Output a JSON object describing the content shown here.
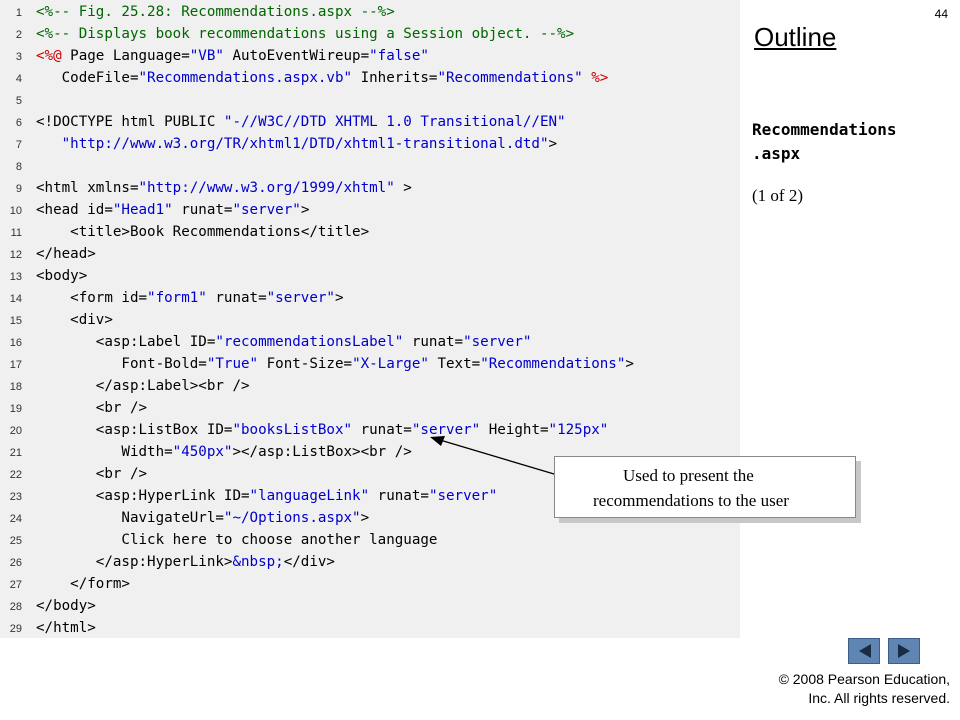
{
  "slide": {
    "number": "44",
    "outline_title": "Outline",
    "file_name": "Recommendations\n.aspx",
    "page_indicator": "(1 of 2)",
    "callout": [
      "Used to present the",
      "recommendations to the user"
    ],
    "copyright_line1": "© 2008 Pearson Education,",
    "copyright_line2": "Inc.  All rights reserved."
  },
  "colors": {
    "comment": "#006600",
    "value": "#0000cc",
    "directive": "#cc0000",
    "tag": "#000000",
    "panel": "#f0f0f0",
    "nav_button": "#5f86b3"
  },
  "nav": {
    "prev_icon": "triangle-left-icon",
    "next_icon": "triangle-right-icon"
  },
  "code_lines": [
    {
      "n": "1",
      "segs": [
        {
          "t": "<%-- Fig. 25.28: Recommendations.aspx --%>",
          "c": "comment"
        }
      ]
    },
    {
      "n": "2",
      "segs": [
        {
          "t": "<%-- Displays book recommendations using a Session object. --%>",
          "c": "comment"
        }
      ]
    },
    {
      "n": "3",
      "segs": [
        {
          "t": "<%@",
          "c": "dir"
        },
        {
          "t": " Page Language=",
          "c": "tag"
        },
        {
          "t": "\"VB\"",
          "c": "val"
        },
        {
          "t": " AutoEventWireup=",
          "c": "tag"
        },
        {
          "t": "\"false\"",
          "c": "val"
        }
      ]
    },
    {
      "n": "4",
      "segs": [
        {
          "t": "   CodeFile=",
          "c": "tag"
        },
        {
          "t": "\"Recommendations.aspx.vb\"",
          "c": "val"
        },
        {
          "t": " Inherits=",
          "c": "tag"
        },
        {
          "t": "\"Recommendations\"",
          "c": "val"
        },
        {
          "t": " ",
          "c": "tag"
        },
        {
          "t": "%>",
          "c": "dir"
        }
      ]
    },
    {
      "n": "5",
      "segs": []
    },
    {
      "n": "6",
      "segs": [
        {
          "t": "<!DOCTYPE html PUBLIC ",
          "c": "tag"
        },
        {
          "t": "\"-//W3C//DTD XHTML 1.0 Transitional//EN\"",
          "c": "val"
        }
      ]
    },
    {
      "n": "7",
      "segs": [
        {
          "t": "   ",
          "c": "tag"
        },
        {
          "t": "\"http://www.w3.org/TR/xhtml1/DTD/xhtml1-transitional.dtd\"",
          "c": "val"
        },
        {
          "t": ">",
          "c": "tag"
        }
      ]
    },
    {
      "n": "8",
      "segs": []
    },
    {
      "n": "9",
      "segs": [
        {
          "t": "<html xmlns=",
          "c": "tag"
        },
        {
          "t": "\"http://www.w3.org/1999/xhtml\"",
          "c": "val"
        },
        {
          "t": " >",
          "c": "tag"
        }
      ]
    },
    {
      "n": "10",
      "segs": [
        {
          "t": "<head id=",
          "c": "tag"
        },
        {
          "t": "\"Head1\"",
          "c": "val"
        },
        {
          "t": " runat=",
          "c": "tag"
        },
        {
          "t": "\"server\"",
          "c": "val"
        },
        {
          "t": ">",
          "c": "tag"
        }
      ]
    },
    {
      "n": "11",
      "segs": [
        {
          "t": "    <title>",
          "c": "tag"
        },
        {
          "t": "Book Recommendations",
          "c": "text"
        },
        {
          "t": "</title>",
          "c": "tag"
        }
      ]
    },
    {
      "n": "12",
      "segs": [
        {
          "t": "</head>",
          "c": "tag"
        }
      ]
    },
    {
      "n": "13",
      "segs": [
        {
          "t": "<body>",
          "c": "tag"
        }
      ]
    },
    {
      "n": "14",
      "segs": [
        {
          "t": "    <form id=",
          "c": "tag"
        },
        {
          "t": "\"form1\"",
          "c": "val"
        },
        {
          "t": " runat=",
          "c": "tag"
        },
        {
          "t": "\"server\"",
          "c": "val"
        },
        {
          "t": ">",
          "c": "tag"
        }
      ]
    },
    {
      "n": "15",
      "segs": [
        {
          "t": "    <div>",
          "c": "tag"
        }
      ]
    },
    {
      "n": "16",
      "segs": [
        {
          "t": "       <asp:Label ID=",
          "c": "tag"
        },
        {
          "t": "\"recommendationsLabel\"",
          "c": "val"
        },
        {
          "t": " runat=",
          "c": "tag"
        },
        {
          "t": "\"server\"",
          "c": "val"
        }
      ]
    },
    {
      "n": "17",
      "segs": [
        {
          "t": "          Font-Bold=",
          "c": "tag"
        },
        {
          "t": "\"True\"",
          "c": "val"
        },
        {
          "t": " Font-Size=",
          "c": "tag"
        },
        {
          "t": "\"X-Large\"",
          "c": "val"
        },
        {
          "t": " Text=",
          "c": "tag"
        },
        {
          "t": "\"Recommendations\"",
          "c": "val"
        },
        {
          "t": ">",
          "c": "tag"
        }
      ]
    },
    {
      "n": "18",
      "segs": [
        {
          "t": "       </asp:Label><br />",
          "c": "tag"
        }
      ]
    },
    {
      "n": "19",
      "segs": [
        {
          "t": "       <br />",
          "c": "tag"
        }
      ]
    },
    {
      "n": "20",
      "segs": [
        {
          "t": "       <asp:ListBox ID=",
          "c": "tag"
        },
        {
          "t": "\"booksListBox\"",
          "c": "val"
        },
        {
          "t": " runat=",
          "c": "tag"
        },
        {
          "t": "\"server\"",
          "c": "val"
        },
        {
          "t": " Height=",
          "c": "tag"
        },
        {
          "t": "\"125px\"",
          "c": "val"
        }
      ]
    },
    {
      "n": "21",
      "segs": [
        {
          "t": "          Width=",
          "c": "tag"
        },
        {
          "t": "\"450px\"",
          "c": "val"
        },
        {
          "t": "></asp:ListBox><br />",
          "c": "tag"
        }
      ]
    },
    {
      "n": "22",
      "segs": [
        {
          "t": "       <br />",
          "c": "tag"
        }
      ]
    },
    {
      "n": "23",
      "segs": [
        {
          "t": "       <asp:HyperLink ID=",
          "c": "tag"
        },
        {
          "t": "\"languageLink\"",
          "c": "val"
        },
        {
          "t": " runat=",
          "c": "tag"
        },
        {
          "t": "\"server\"",
          "c": "val"
        }
      ]
    },
    {
      "n": "24",
      "segs": [
        {
          "t": "          NavigateUrl=",
          "c": "tag"
        },
        {
          "t": "\"~/Options.aspx\"",
          "c": "val"
        },
        {
          "t": ">",
          "c": "tag"
        }
      ]
    },
    {
      "n": "25",
      "segs": [
        {
          "t": "          Click here to choose another language",
          "c": "text"
        }
      ]
    },
    {
      "n": "26",
      "segs": [
        {
          "t": "       </asp:HyperLink>",
          "c": "tag"
        },
        {
          "t": "&nbsp;",
          "c": "val"
        },
        {
          "t": "</div>",
          "c": "tag"
        }
      ]
    },
    {
      "n": "27",
      "segs": [
        {
          "t": "    </form>",
          "c": "tag"
        }
      ]
    },
    {
      "n": "28",
      "segs": [
        {
          "t": "</body>",
          "c": "tag"
        }
      ]
    },
    {
      "n": "29",
      "segs": [
        {
          "t": "</html>",
          "c": "tag"
        }
      ]
    }
  ]
}
